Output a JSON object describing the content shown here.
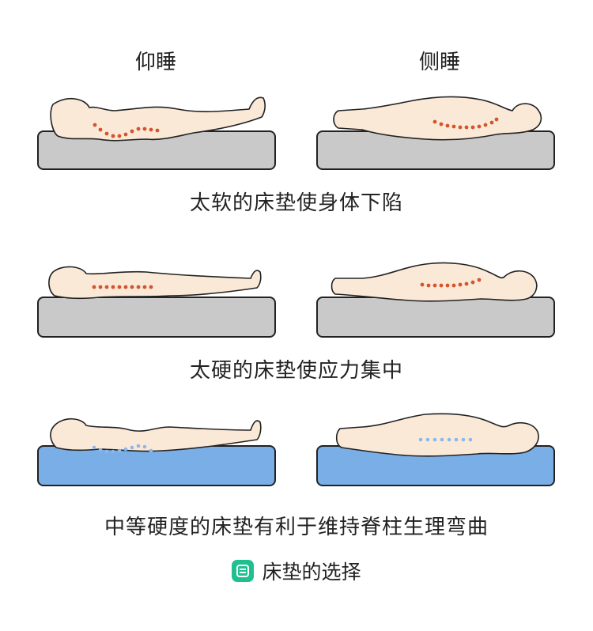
{
  "columns": {
    "supine": "仰睡",
    "side": "侧睡"
  },
  "captions": {
    "soft": "太软的床垫使身体下陷",
    "hard": "太硬的床垫使应力集中",
    "medium": "中等硬度的床垫有利于维持脊柱生理弯曲"
  },
  "brand": {
    "label": "床垫的选择",
    "icon": "mattress-logo-icon",
    "accent": "#1fbf8f"
  },
  "colors": {
    "mattress_gray": "#c9c9c9",
    "mattress_blue": "#7aaee6",
    "body_skin": "#fbe9d8",
    "spine_red": "#d4542d",
    "spine_blue": "#8ab8ea"
  }
}
